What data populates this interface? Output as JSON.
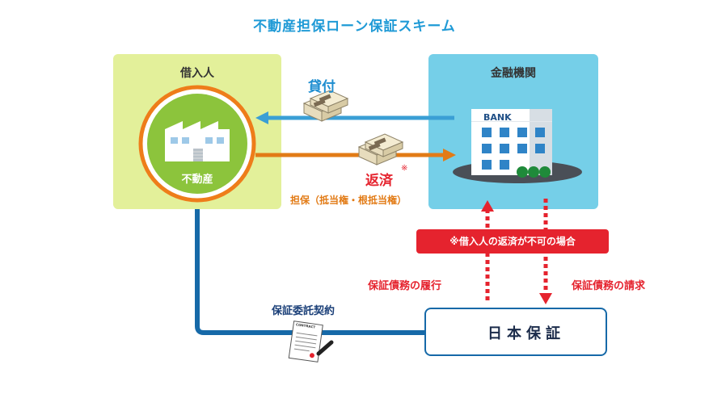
{
  "title": "不動産担保ローン保証スキーム",
  "borrower": {
    "label": "借入人",
    "property_label": "不動産"
  },
  "bank": {
    "label": "金融機関",
    "sign": "BANK"
  },
  "flows": {
    "loan": "貸付",
    "repayment": "返済",
    "repayment_note_mark": "※",
    "collateral": "担保（抵当権・根抵当権）",
    "guarantee_fulfillment": "保証債務の履行",
    "guarantee_claim": "保証債務の請求",
    "contract": "保証委託契約"
  },
  "banner": {
    "text": "※借入人の返済が不可の場合"
  },
  "guarantor": {
    "name": "日本保証"
  },
  "contract_doc": {
    "heading": "CONTRACT"
  },
  "colors": {
    "title": "#1f9ad6",
    "borrower_panel": "#e3f09a",
    "bank_panel": "#75cfe8",
    "loan_arrow": "#3a9fd5",
    "repay_arrow": "#e27b16",
    "guarantee_arrow": "#e5232e",
    "contract_line": "#1669a8"
  },
  "icons": [
    "factory-icon",
    "bank-building-icon",
    "money-stack-icon",
    "contract-document-icon",
    "pen-icon",
    "nihon-hosho-logo-icon"
  ]
}
